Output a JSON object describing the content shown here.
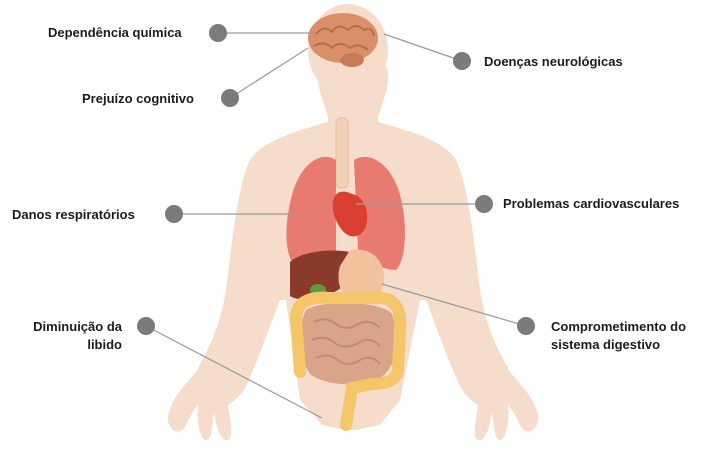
{
  "labels": {
    "dependencia": "Dependência química",
    "prejuizo": "Prejuízo cognitivo",
    "respiratorio": "Danos respiratórios",
    "libido_1": "Diminuição da",
    "libido_2": "libido",
    "neurologicas": "Doenças neurológicas",
    "cardio": "Problemas  cardiovasculares",
    "digestivo_1": "Comprometimento do",
    "digestivo_2": "sistema digestivo"
  },
  "colors": {
    "skin": "#f6dccb",
    "skin_shadow": "#eccab3",
    "brain": "#d9906a",
    "lungs": "#e87a70",
    "heart": "#d9402f",
    "liver": "#8a3a2a",
    "stomach": "#f1c29c",
    "intestine_large": "#f5c56a",
    "intestine_small": "#d9a58a",
    "gallbladder": "#5f9a3a",
    "trachea": "#f1d2b8",
    "dot": "#7b7b7b",
    "line": "#9a9a9a"
  }
}
